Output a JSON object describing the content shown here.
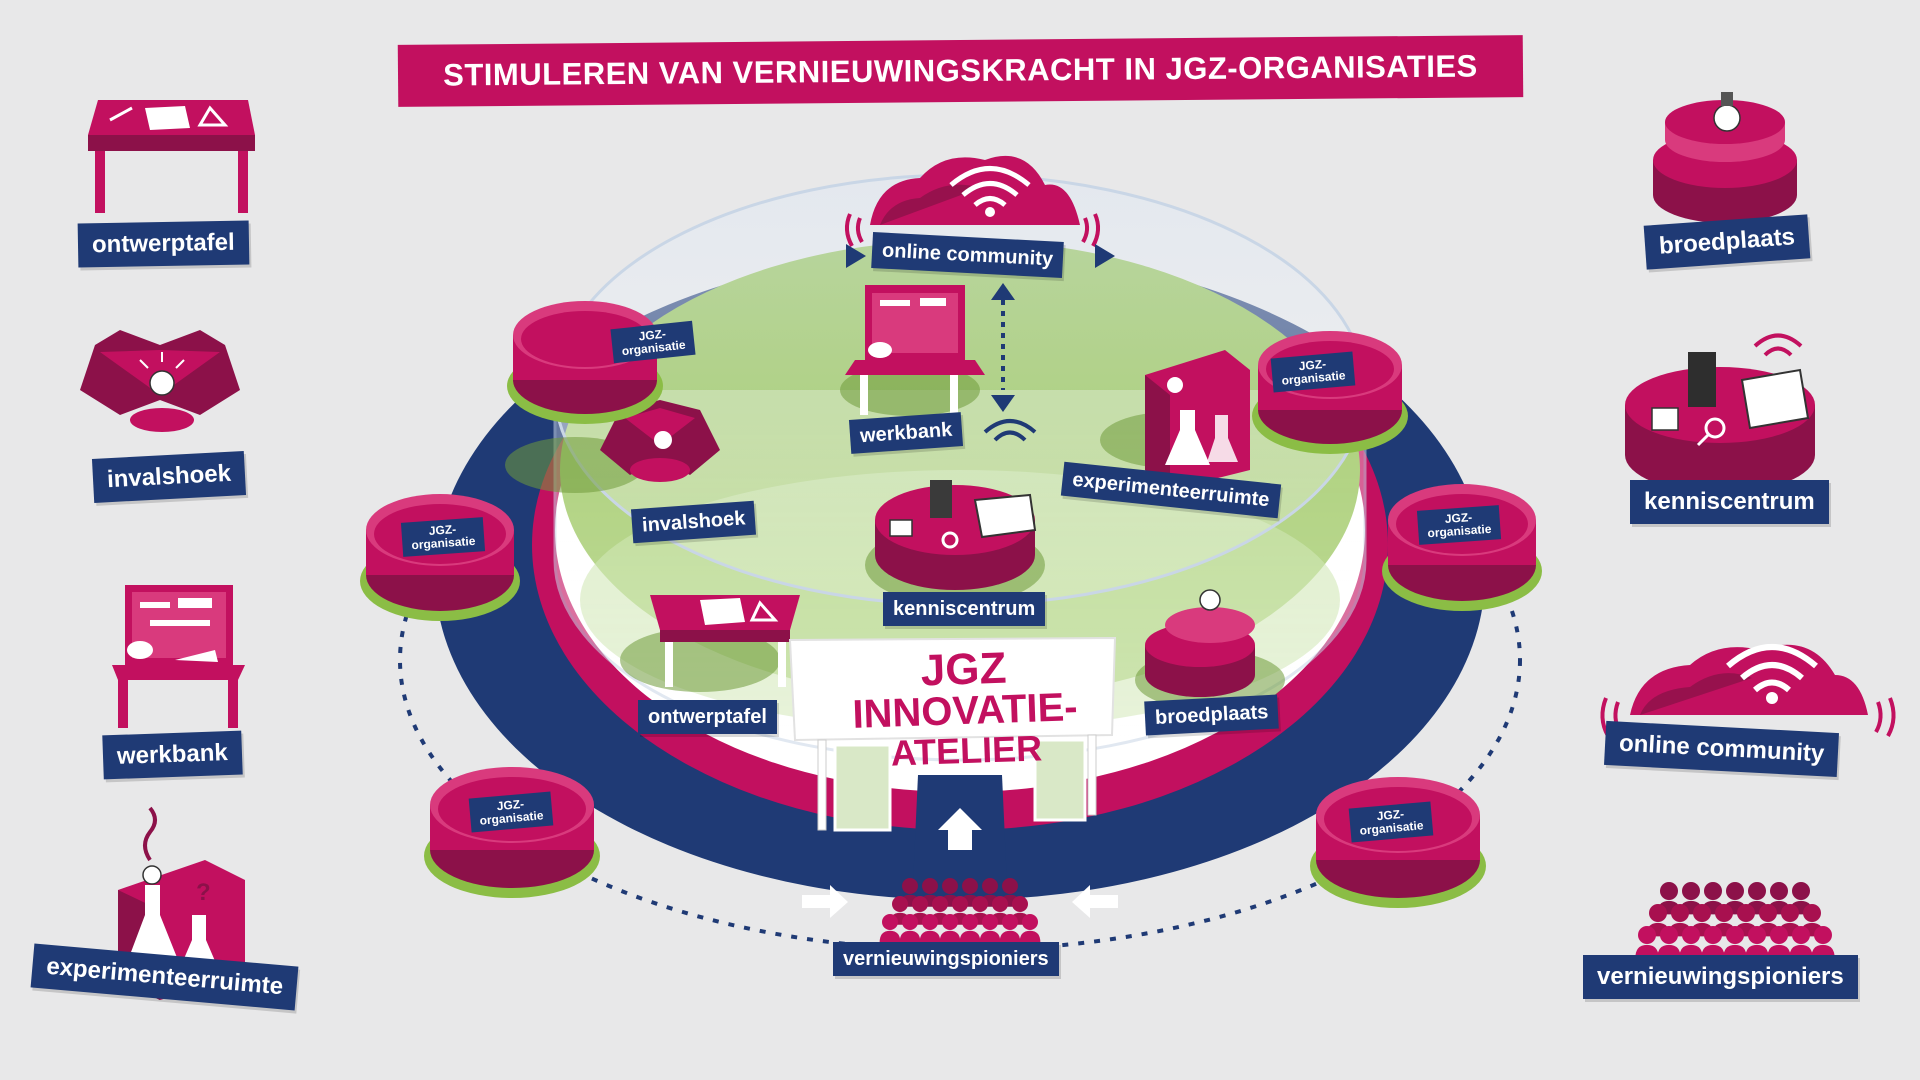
{
  "title": "STIMULEREN VAN VERNIEUWINGSKRACHT IN JGZ-ORGANISATIES",
  "colors": {
    "magenta": "#c2105f",
    "magenta_dark": "#8c1149",
    "navy": "#1f3a75",
    "green": "#8bbd45",
    "background": "#e8e8e9"
  },
  "left_legend": [
    {
      "label": "ontwerptafel",
      "icon": "design-table-icon"
    },
    {
      "label": "invalshoek",
      "icon": "viewpoint-lightbulb-icon"
    },
    {
      "label": "werkbank",
      "icon": "workbench-tools-icon"
    },
    {
      "label": "experimenteerruimte",
      "icon": "lab-flask-icon"
    }
  ],
  "right_legend": [
    {
      "label": "broedplaats",
      "icon": "incubator-lightbulb-icon"
    },
    {
      "label": "kenniscentrum",
      "icon": "knowledge-devices-icon"
    },
    {
      "label": "online community",
      "icon": "wifi-cloud-icon"
    },
    {
      "label": "vernieuwingspioniers",
      "icon": "pioneers-crowd-icon"
    }
  ],
  "center": {
    "atelier_line1_big": "JGZ",
    "atelier_line1_rest": "INNOVATIE-",
    "atelier_line2": "ATELIER",
    "online_community": "online community",
    "pioneers": "vernieuwingspioniers",
    "inner_labels": {
      "werkbank": "werkbank",
      "invalshoek": "invalshoek",
      "experimenteerruimte": "experimenteerruimte",
      "kenniscentrum": "kenniscentrum",
      "ontwerptafel": "ontwerptafel",
      "broedplaats": "broedplaats"
    }
  },
  "organisations": [
    {
      "line1": "JGZ-",
      "line2": "organisatie"
    },
    {
      "line1": "JGZ-",
      "line2": "organisatie"
    },
    {
      "line1": "JGZ-",
      "line2": "organisatie"
    },
    {
      "line1": "JGZ-",
      "line2": "organisatie"
    },
    {
      "line1": "JGZ-",
      "line2": "organisatie"
    },
    {
      "line1": "JGZ-",
      "line2": "organisatie"
    }
  ]
}
